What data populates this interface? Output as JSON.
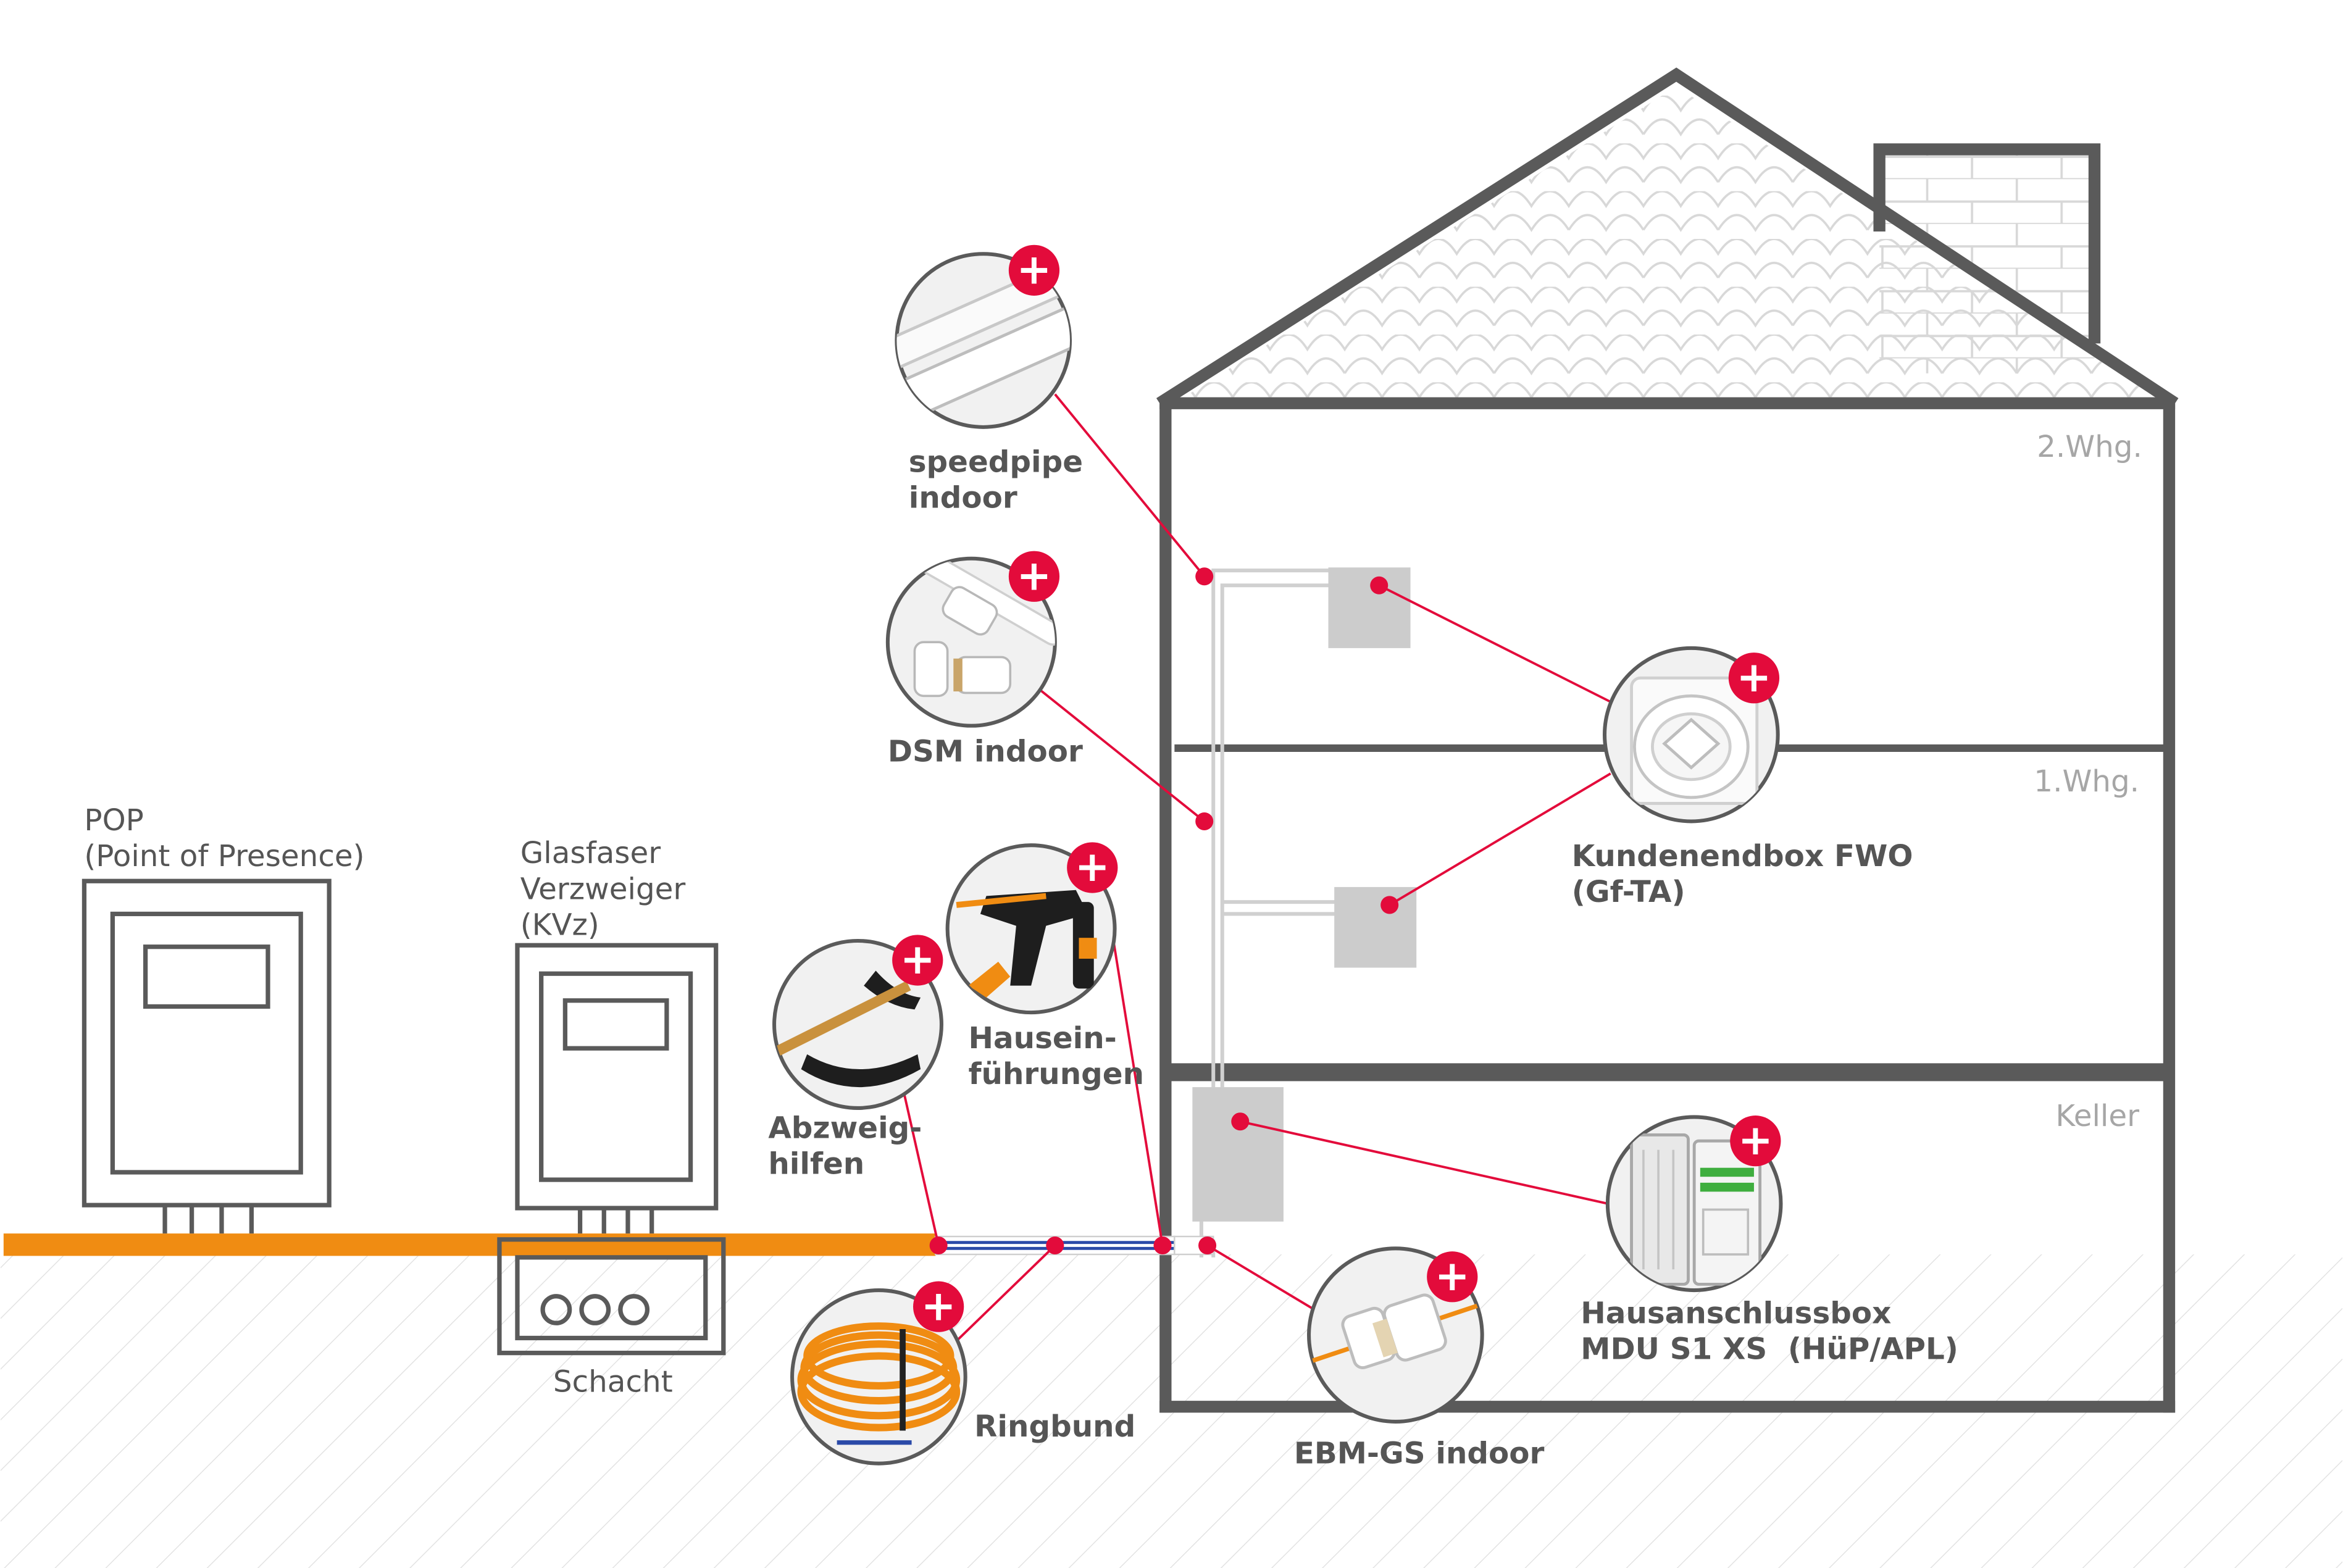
{
  "colors": {
    "accent": "#e30b3b",
    "fiber": "#f08c12",
    "structure": "#5a5a5a",
    "box": "#cccccc",
    "label": "#555555",
    "floor_label": "#a6a6a6"
  },
  "plus_glyph": "+",
  "floors": {
    "top": "2.Whg.",
    "middle": "1.Whg.",
    "basement": "Keller"
  },
  "infrastructure": {
    "pop": {
      "line1": "POP",
      "line2": "(Point of Presence)"
    },
    "kvz": {
      "line1": "Glasfaser",
      "line2": "Verzweiger",
      "line3": "(KVz)"
    },
    "schacht": {
      "label": "Schacht"
    }
  },
  "products": {
    "speedpipe": {
      "line1": "speedpipe",
      "line2": "indoor",
      "icon": "white-microduct-icon"
    },
    "dsm": {
      "line1": "DSM indoor",
      "icon": "duct-connector-icon"
    },
    "hauseinfuehrungen": {
      "line1": "Hausein-",
      "line2": "führungen",
      "icon": "building-entry-icon"
    },
    "abzweighilfen": {
      "line1": "Abzweig-",
      "line2": "hilfen",
      "icon": "branch-aid-icon"
    },
    "ringbund": {
      "line1": "Ringbund",
      "icon": "cable-coil-icon"
    },
    "ebm": {
      "line1": "EBM-GS indoor",
      "icon": "gas-seal-connector-icon"
    },
    "kundenendbox": {
      "line1": "Kundenendbox FWO",
      "line2": "(Gf-TA)",
      "icon": "customer-box-icon"
    },
    "hausanschlussbox": {
      "line1": "Hausanschlussbox",
      "line2": "MDU S1 XS  (HüP/APL)",
      "icon": "house-connection-box-icon"
    }
  }
}
